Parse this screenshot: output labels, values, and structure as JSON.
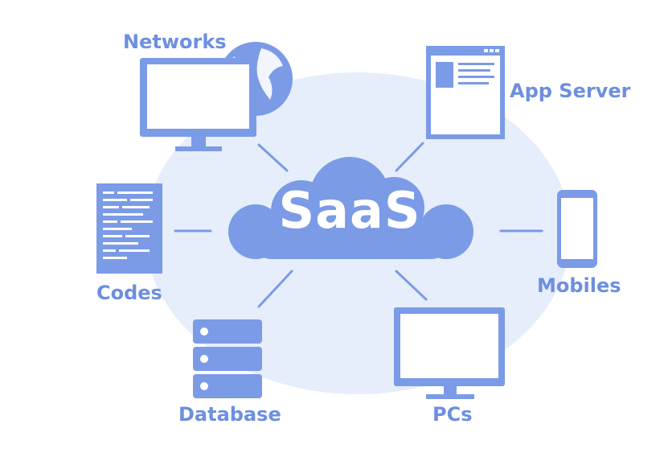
{
  "center": {
    "label": "SaaS"
  },
  "nodes": {
    "networks": {
      "label": "Networks",
      "icon": "monitor-globe-icon"
    },
    "app_server": {
      "label": "App Server",
      "icon": "browser-window-icon"
    },
    "mobiles": {
      "label": "Mobiles",
      "icon": "smartphone-icon"
    },
    "pcs": {
      "label": "PCs",
      "icon": "desktop-monitor-icon"
    },
    "database": {
      "label": "Database",
      "icon": "database-stack-icon"
    },
    "codes": {
      "label": "Codes",
      "icon": "code-document-icon"
    }
  },
  "colors": {
    "accent": "#7b9be6",
    "label": "#6d8fe0",
    "background_ellipse": "#e6eefb",
    "fill_white": "#ffffff"
  }
}
